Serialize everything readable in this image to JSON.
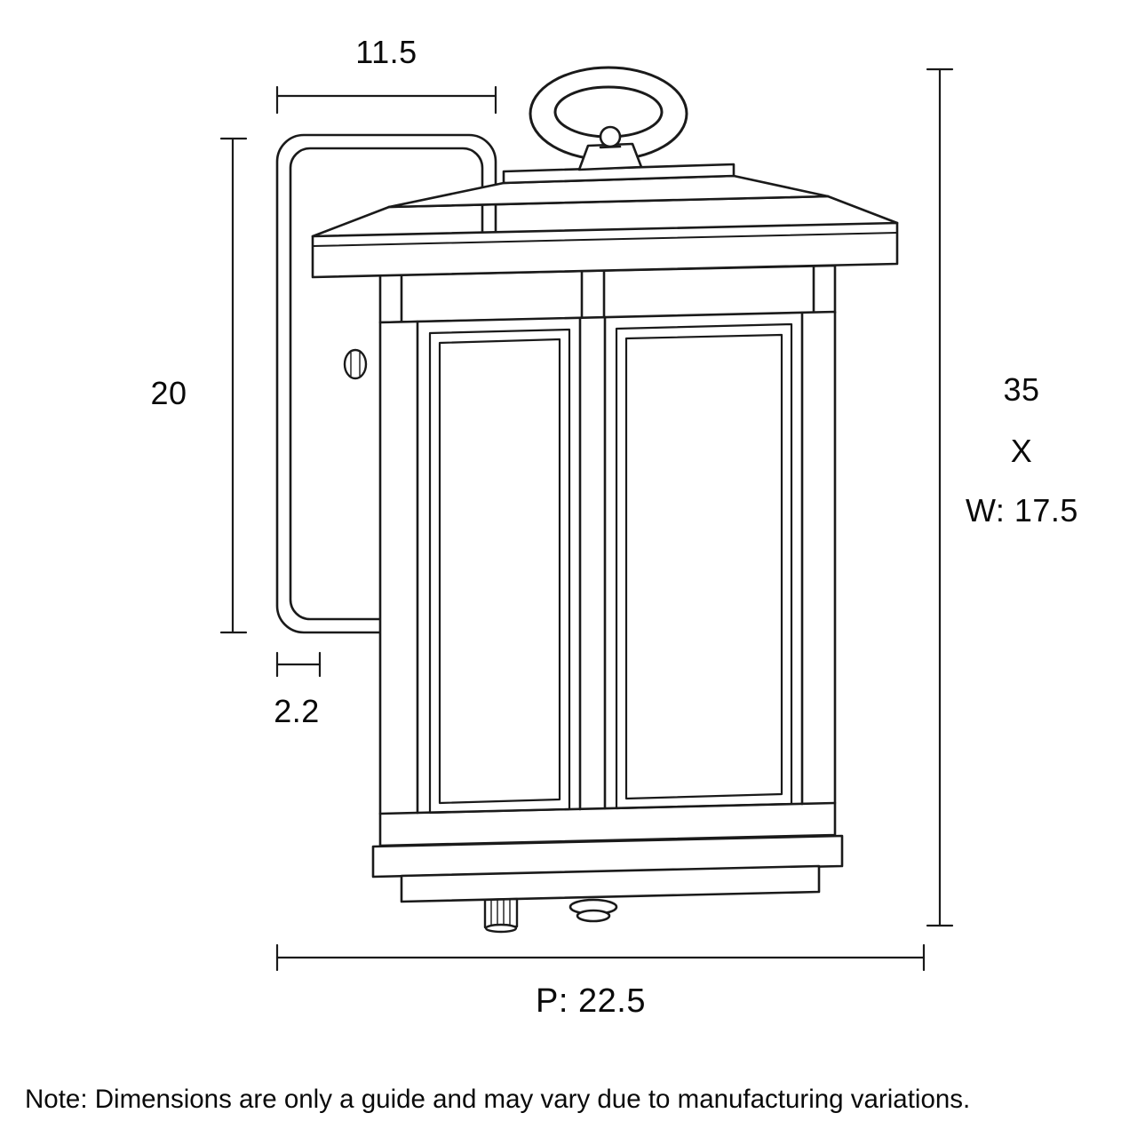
{
  "page": {
    "background": "#ffffff",
    "line_color": "#1a1a1a",
    "text_color": "#0a0a0a",
    "subject": "outdoor wall lantern technical dimension drawing"
  },
  "dimensions": {
    "top_width": "11.5",
    "plate_height": "20",
    "plate_depth": "2.2",
    "total_height": "35",
    "multiply": "X",
    "width": "W: 17.5",
    "projection": "P: 22.5"
  },
  "note": "Note: Dimensions are only a guide and may vary due to manufacturing variations."
}
